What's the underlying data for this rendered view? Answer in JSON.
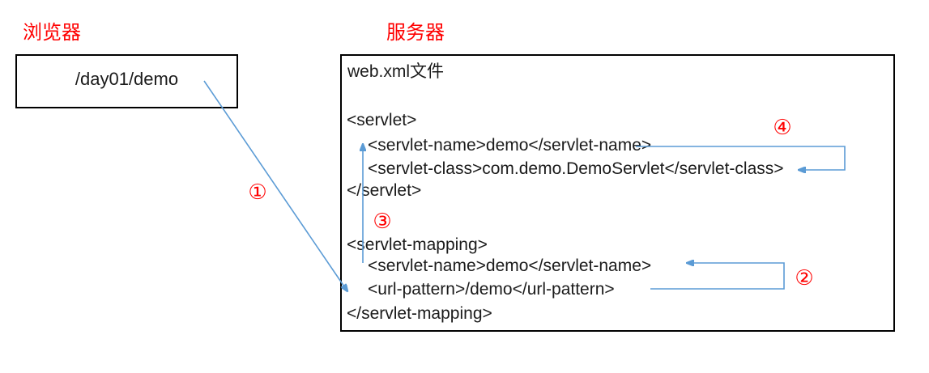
{
  "colors": {
    "label-red": "#ff0000",
    "arrow-blue": "#5b9bd5",
    "text-black": "#1b1b1b",
    "box-border": "#000000"
  },
  "browser": {
    "title": "浏览器",
    "request_url": "/day01/demo"
  },
  "server": {
    "title": "服务器",
    "file_label": "web.xml文件",
    "code_lines": [
      {
        "text": "<servlet>",
        "indent": 0
      },
      {
        "text": "<servlet-name>demo</servlet-name>",
        "indent": 1
      },
      {
        "text": "<servlet-class>com.demo.DemoServlet</servlet-class>",
        "indent": 1
      },
      {
        "text": "</servlet>",
        "indent": 0
      },
      {
        "text": "<servlet-mapping>",
        "indent": 0
      },
      {
        "text": "<servlet-name>demo</servlet-name>",
        "indent": 1
      },
      {
        "text": "<url-pattern>/demo</url-pattern>",
        "indent": 1
      },
      {
        "text": "</servlet-mapping>",
        "indent": 0
      }
    ]
  },
  "steps": {
    "step1": "①",
    "step2": "②",
    "step3": "③",
    "step4": "④"
  }
}
